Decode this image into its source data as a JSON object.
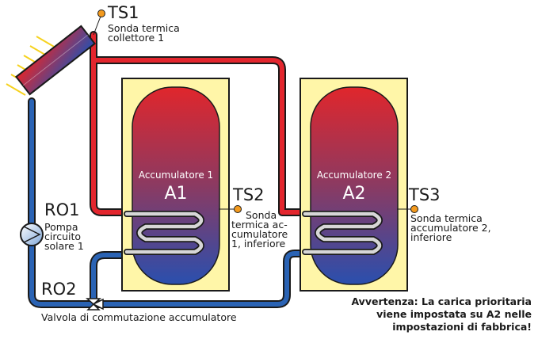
{
  "sensors": {
    "ts1": {
      "code": "TS1",
      "desc_line1": "Sonda termica",
      "desc_line2": "collettore 1"
    },
    "ts2": {
      "code": "TS2",
      "desc_lines": [
        "Sonda",
        "termica ac-",
        "cumulatore",
        "1, inferiore"
      ]
    },
    "ts3": {
      "code": "TS3",
      "desc_lines": [
        "Sonda termica",
        "accumulatore 2,",
        "inferiore"
      ]
    }
  },
  "tanks": {
    "a1": {
      "name": "Accumulatore 1",
      "code": "A1"
    },
    "a2": {
      "name": "Accumulatore 2",
      "code": "A2"
    }
  },
  "outputs": {
    "ro1": {
      "code": "RO1",
      "desc_lines": [
        "Pompa",
        "circuito",
        "solare 1"
      ]
    },
    "ro2": {
      "code": "RO2",
      "desc": "Valvola di commutazione accumulatore"
    }
  },
  "note": {
    "lines": [
      "Avvertenza: La carica prioritaria",
      "viene impostata su A2 nelle",
      "impostazioni di fabbrica!"
    ]
  },
  "colors": {
    "hot_pipe": "#e3262e",
    "cold_pipe": "#2a63b4",
    "pipe_outline": "#1a1a1a",
    "tank_box": "#fff6a8",
    "sensor_dot": "#f39a1e",
    "sun_rays": "#f6d21e"
  }
}
